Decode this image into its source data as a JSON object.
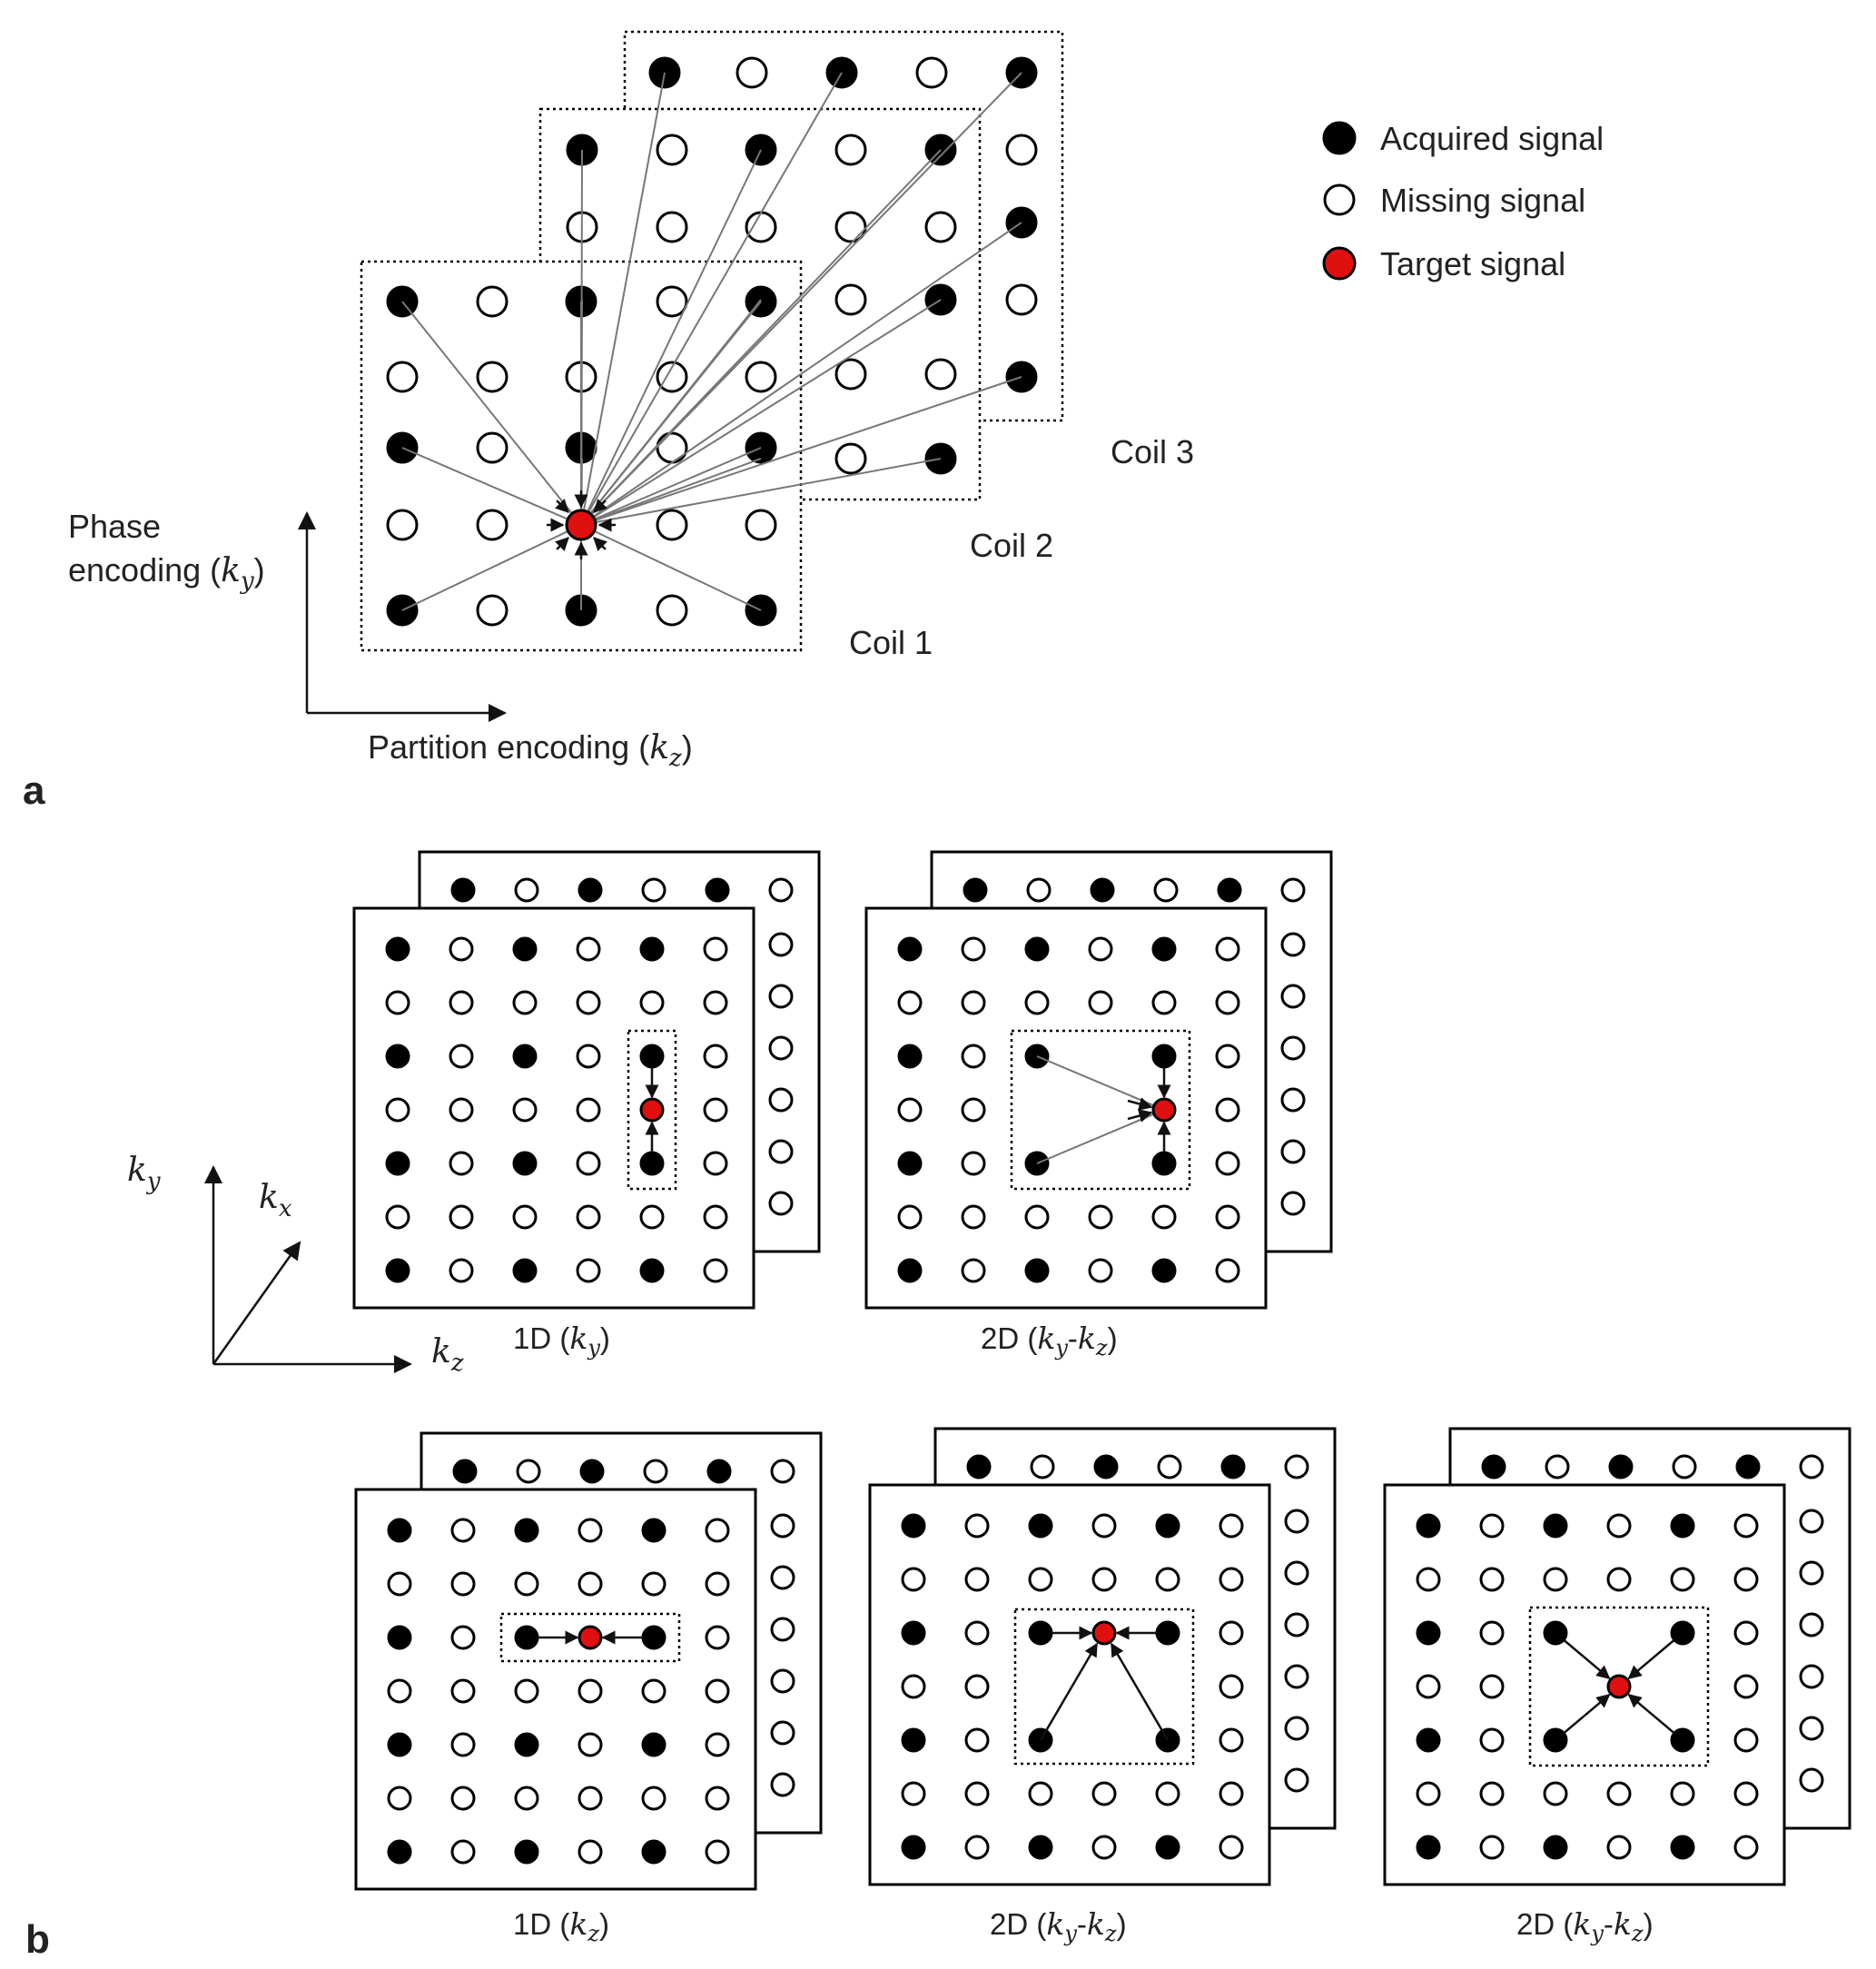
{
  "panel_a": {
    "label": "a",
    "coils": [
      "Coil 1",
      "Coil 2",
      "Coil 3"
    ],
    "axis_y": {
      "line1": "Phase",
      "line2_text": "encoding (",
      "var": "k",
      "sub": "y",
      "close": ")"
    },
    "axis_x": {
      "text": "Partition encoding (",
      "var": "k",
      "sub": "z",
      "close": ")"
    },
    "legend": [
      {
        "label": "Acquired signal",
        "kind": "acquired"
      },
      {
        "label": "Missing signal",
        "kind": "missing"
      },
      {
        "label": "Target signal",
        "kind": "target"
      }
    ]
  },
  "panel_b": {
    "label": "b",
    "axes": [
      {
        "var": "k",
        "sub": "y"
      },
      {
        "var": "k",
        "sub": "x"
      },
      {
        "var": "k",
        "sub": "z"
      }
    ],
    "captions": [
      {
        "pre": "1D (",
        "parts": [
          [
            "k",
            "y"
          ]
        ],
        "post": ")"
      },
      {
        "pre": "2D (",
        "parts": [
          [
            "k",
            "y"
          ],
          [
            "k",
            "z"
          ]
        ],
        "post": ")"
      },
      {
        "pre": "1D (",
        "parts": [
          [
            "k",
            "z"
          ]
        ],
        "post": ")"
      },
      {
        "pre": "2D (",
        "parts": [
          [
            "k",
            "y"
          ],
          [
            "k",
            "z"
          ]
        ],
        "post": ")"
      },
      {
        "pre": "2D (",
        "parts": [
          [
            "k",
            "y"
          ],
          [
            "k",
            "z"
          ]
        ],
        "post": ")"
      }
    ]
  },
  "colors": {
    "acquired": "#000000",
    "missing": "#ffffff",
    "target": "#e01010",
    "line": "#777777"
  }
}
